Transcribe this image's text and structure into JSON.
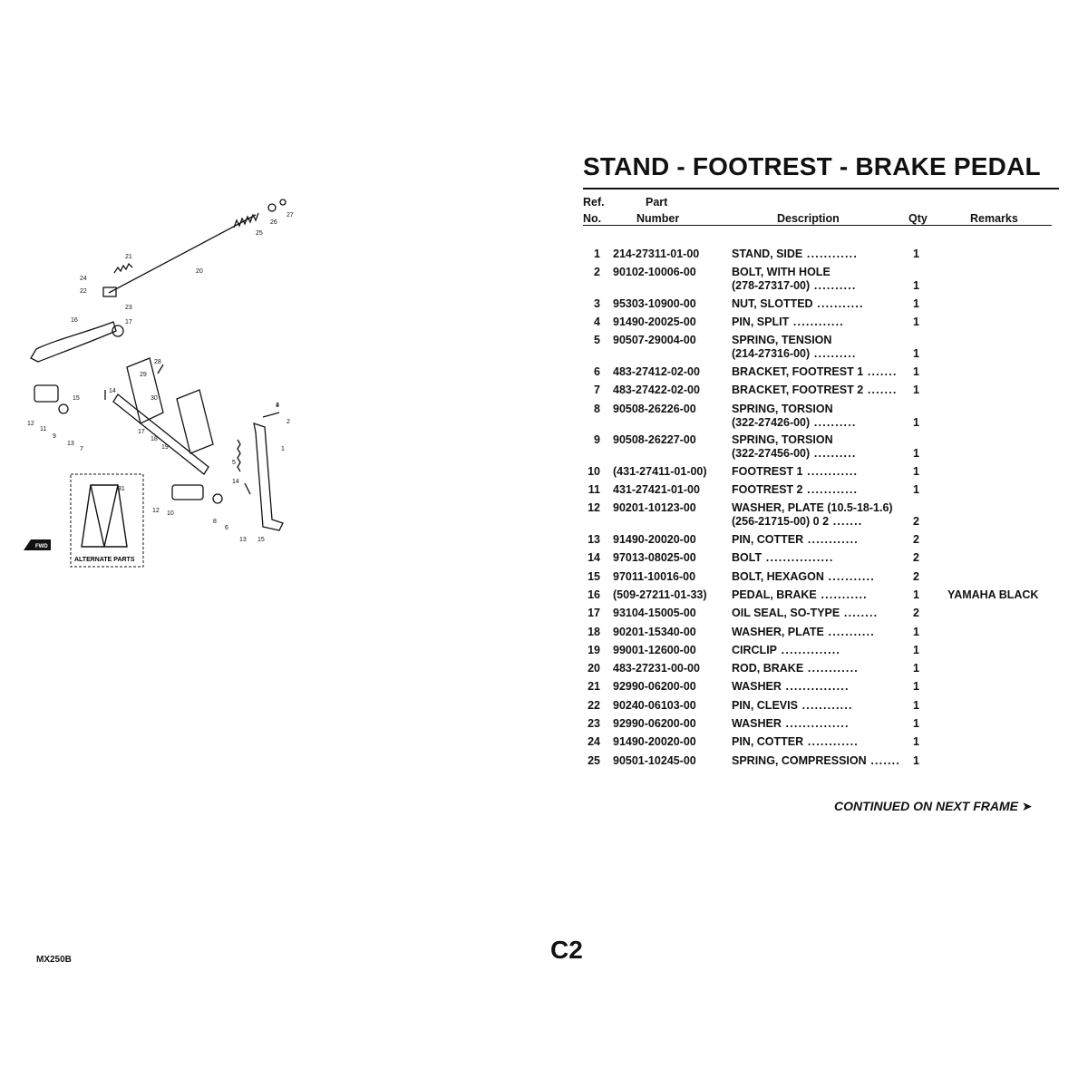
{
  "title": "STAND - FOOTREST - BRAKE PEDAL",
  "columns": {
    "ref": [
      "Ref.",
      "No."
    ],
    "part": [
      "Part",
      "Number"
    ],
    "description": "Description",
    "qty": "Qty",
    "remarks": "Remarks"
  },
  "parts": [
    {
      "ref": "1",
      "part": "214-27311-01-00",
      "desc": [
        "STAND, SIDE"
      ],
      "qty": "1",
      "remarks": ""
    },
    {
      "ref": "2",
      "part": "90102-10006-00",
      "desc": [
        "BOLT, WITH HOLE",
        "(278-27317-00)"
      ],
      "qty": "1",
      "remarks": ""
    },
    {
      "ref": "3",
      "part": "95303-10900-00",
      "desc": [
        "NUT, SLOTTED"
      ],
      "qty": "1",
      "remarks": ""
    },
    {
      "ref": "4",
      "part": "91490-20025-00",
      "desc": [
        "PIN, SPLIT"
      ],
      "qty": "1",
      "remarks": ""
    },
    {
      "ref": "5",
      "part": "90507-29004-00",
      "desc": [
        "SPRING, TENSION",
        "(214-27316-00)"
      ],
      "qty": "1",
      "remarks": ""
    },
    {
      "ref": "6",
      "part": "483-27412-02-00",
      "desc": [
        "BRACKET, FOOTREST 1"
      ],
      "qty": "1",
      "remarks": ""
    },
    {
      "ref": "7",
      "part": "483-27422-02-00",
      "desc": [
        "BRACKET, FOOTREST 2"
      ],
      "qty": "1",
      "remarks": ""
    },
    {
      "ref": "8",
      "part": "90508-26226-00",
      "desc": [
        "SPRING, TORSION",
        "(322-27426-00)"
      ],
      "qty": "1",
      "remarks": ""
    },
    {
      "ref": "9",
      "part": "90508-26227-00",
      "desc": [
        "SPRING, TORSION",
        "(322-27456-00)"
      ],
      "qty": "1",
      "remarks": ""
    },
    {
      "ref": "10",
      "part": "(431-27411-01-00)",
      "desc": [
        "FOOTREST 1"
      ],
      "qty": "1",
      "remarks": ""
    },
    {
      "ref": "11",
      "part": "431-27421-01-00",
      "desc": [
        "FOOTREST 2"
      ],
      "qty": "1",
      "remarks": ""
    },
    {
      "ref": "12",
      "part": "90201-10123-00",
      "desc": [
        "WASHER, PLATE (10.5-18-1.6)",
        "(256-21715-00) 0 2"
      ],
      "qty": "2",
      "remarks": ""
    },
    {
      "ref": "13",
      "part": "91490-20020-00",
      "desc": [
        "PIN, COTTER"
      ],
      "qty": "2",
      "remarks": ""
    },
    {
      "ref": "14",
      "part": "97013-08025-00",
      "desc": [
        "BOLT"
      ],
      "qty": "2",
      "remarks": ""
    },
    {
      "ref": "15",
      "part": "97011-10016-00",
      "desc": [
        "BOLT, HEXAGON"
      ],
      "qty": "2",
      "remarks": ""
    },
    {
      "ref": "16",
      "part": "(509-27211-01-33)",
      "desc": [
        "PEDAL, BRAKE"
      ],
      "qty": "1",
      "remarks": "YAMAHA BLACK"
    },
    {
      "ref": "17",
      "part": "93104-15005-00",
      "desc": [
        "OIL SEAL, SO-TYPE"
      ],
      "qty": "2",
      "remarks": ""
    },
    {
      "ref": "18",
      "part": "90201-15340-00",
      "desc": [
        "WASHER, PLATE"
      ],
      "qty": "1",
      "remarks": ""
    },
    {
      "ref": "19",
      "part": "99001-12600-00",
      "desc": [
        "CIRCLIP"
      ],
      "qty": "1",
      "remarks": ""
    },
    {
      "ref": "20",
      "part": "483-27231-00-00",
      "desc": [
        "ROD, BRAKE"
      ],
      "qty": "1",
      "remarks": ""
    },
    {
      "ref": "21",
      "part": "92990-06200-00",
      "desc": [
        "WASHER"
      ],
      "qty": "1",
      "remarks": ""
    },
    {
      "ref": "22",
      "part": "90240-06103-00",
      "desc": [
        "PIN, CLEVIS"
      ],
      "qty": "1",
      "remarks": ""
    },
    {
      "ref": "23",
      "part": "92990-06200-00",
      "desc": [
        "WASHER"
      ],
      "qty": "1",
      "remarks": ""
    },
    {
      "ref": "24",
      "part": "91490-20020-00",
      "desc": [
        "PIN, COTTER"
      ],
      "qty": "1",
      "remarks": ""
    },
    {
      "ref": "25",
      "part": "90501-10245-00",
      "desc": [
        "SPRING, COMPRESSION"
      ],
      "qty": "1",
      "remarks": ""
    }
  ],
  "continued": "CONTINUED ON NEXT FRAME ➤",
  "page_code": "C2",
  "model_code": "MX250B",
  "diagram": {
    "callouts": [
      "1",
      "2",
      "3",
      "4",
      "5",
      "6",
      "7",
      "8",
      "9",
      "10",
      "11",
      "12",
      "12",
      "13",
      "13",
      "14",
      "14",
      "15",
      "15",
      "16",
      "17",
      "17",
      "18",
      "19",
      "20",
      "21",
      "22",
      "23",
      "24",
      "25",
      "26",
      "27",
      "28",
      "29",
      "30",
      "31"
    ],
    "alternate_label": "ALTERNATE PARTS",
    "fwd_label": "FWD"
  }
}
